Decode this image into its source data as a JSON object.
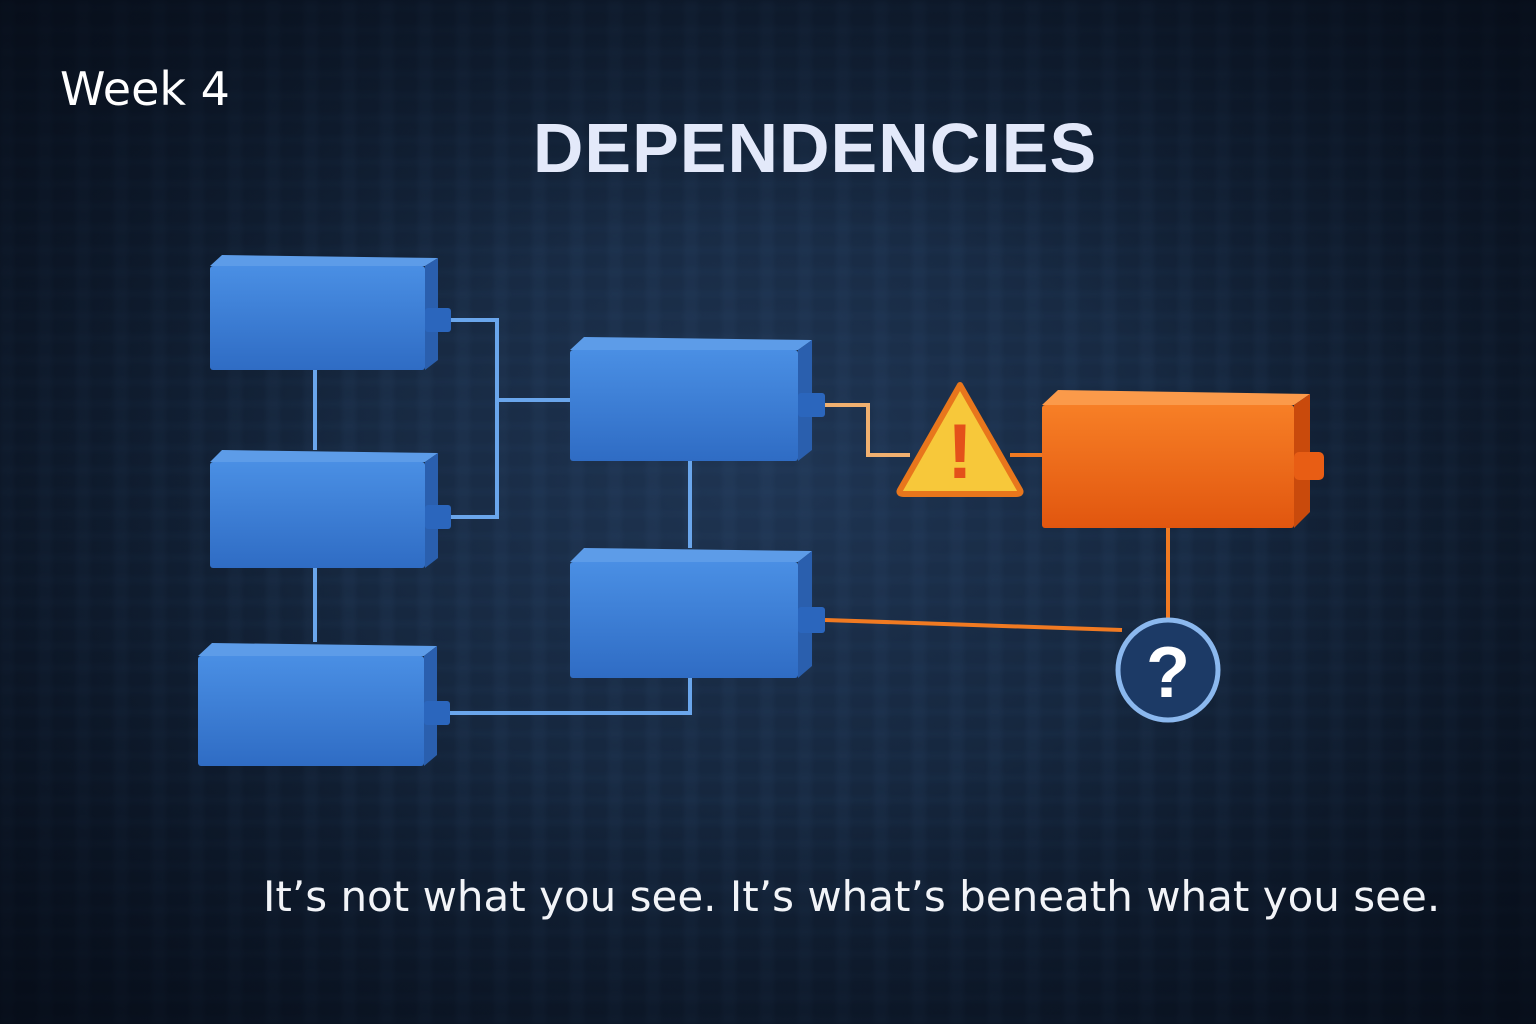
{
  "week_label": "Week 4",
  "title": "DEPENDENCIES",
  "caption": "It’s not what you see. It’s what’s beneath what you see.",
  "icons": {
    "warning": "warning-triangle-icon",
    "unknown": "question-circle-icon"
  },
  "warning_symbol": "!",
  "question_symbol": "?",
  "colors": {
    "block": "#3b7fd6",
    "critical_block": "#f06a1c",
    "warning": "#f7c83a",
    "link_blue": "#5b9be8",
    "link_orange": "#f07a22"
  }
}
